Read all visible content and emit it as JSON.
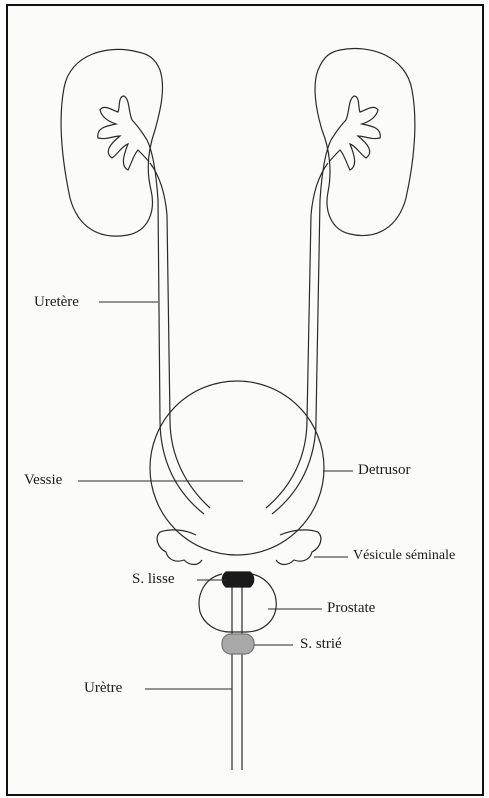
{
  "labels": {
    "uretere": "Uretère",
    "vessie": "Vessie",
    "detrusor": "Detrusor",
    "vesicule_seminale": "Vésicule séminale",
    "s_lisse": "S. lisse",
    "prostate": "Prostate",
    "s_strie": "S. strié",
    "uretre": "Urètre"
  },
  "colors": {
    "line": "#2a2a2a",
    "smooth_sphincter": "#1a1a1a",
    "striated_sphincter": "#a9a9a9",
    "background": "#fbfbfa"
  }
}
